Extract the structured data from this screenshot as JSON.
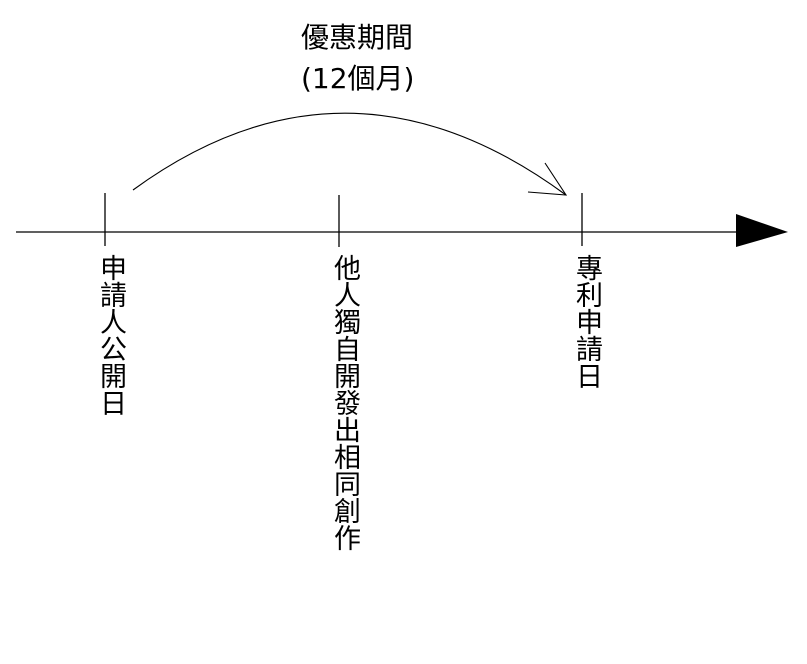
{
  "period": {
    "title": "優惠期間",
    "duration": "(12個月)"
  },
  "events": [
    {
      "label": "申請人公開日"
    },
    {
      "label": "他人獨自開發出相同創作"
    },
    {
      "label": "專利申請日"
    }
  ],
  "colors": {
    "line": "#000000",
    "background": "#ffffff"
  }
}
